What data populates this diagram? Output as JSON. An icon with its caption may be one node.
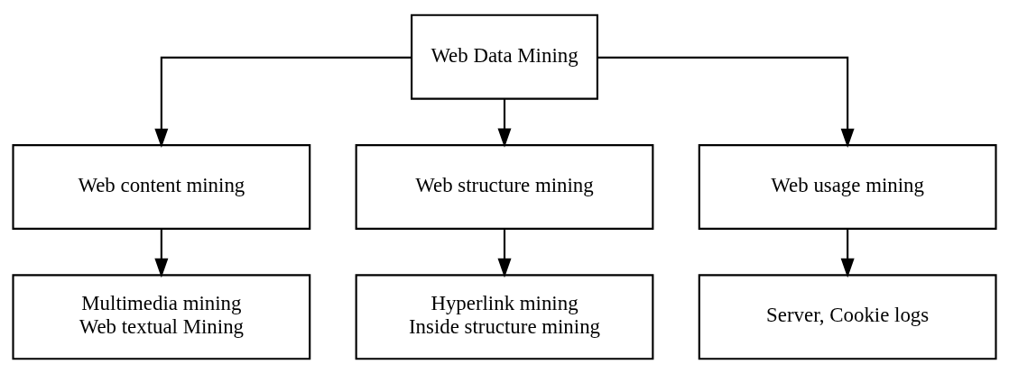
{
  "diagram": {
    "nodes": [
      {
        "text": [
          "Web Data Mining"
        ]
      },
      {
        "text": [
          "Web content mining"
        ]
      },
      {
        "text": [
          "Web structure mining"
        ]
      },
      {
        "text": [
          "Web usage mining"
        ]
      },
      {
        "text": [
          "Multimedia mining",
          "Web textual Mining"
        ]
      },
      {
        "text": [
          "Hyperlink mining",
          "Inside structure mining"
        ]
      },
      {
        "text": [
          "Server, Cookie logs"
        ]
      }
    ],
    "edges": [
      {
        "from": 0,
        "to": 1,
        "arrow": "to"
      },
      {
        "from": 0,
        "to": 2,
        "arrow": "to"
      },
      {
        "from": 0,
        "to": 3,
        "arrow": "to"
      },
      {
        "from": 1,
        "to": 4,
        "arrow": "to"
      },
      {
        "from": 2,
        "to": 5,
        "arrow": "to"
      },
      {
        "from": 3,
        "to": 6,
        "arrow": "to"
      }
    ]
  }
}
